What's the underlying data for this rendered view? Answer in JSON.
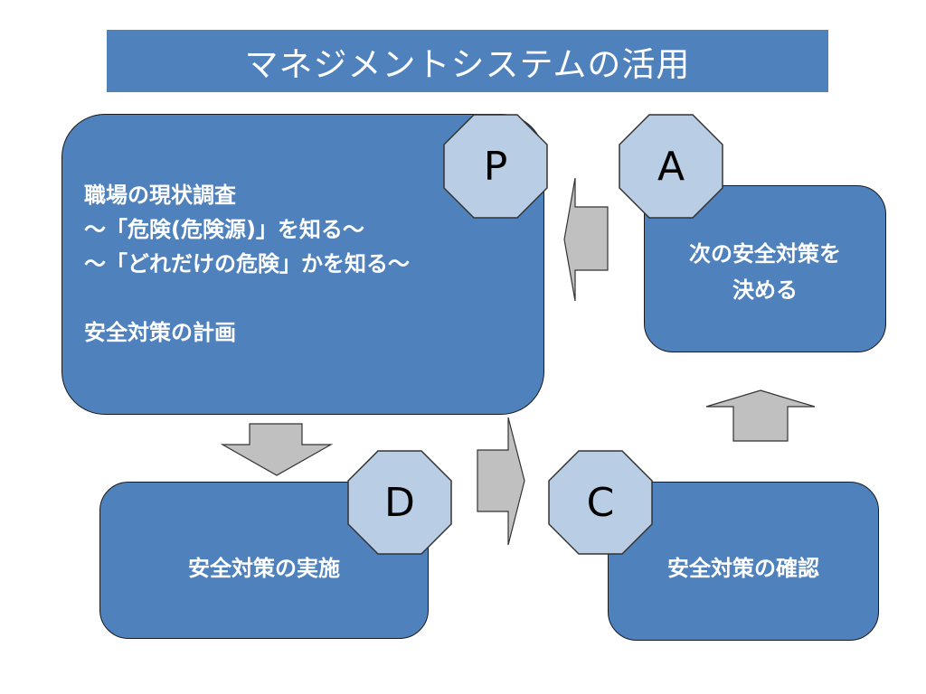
{
  "title": "マネジメントシステムの活用",
  "colors": {
    "box_fill": "#4f81bd",
    "badge_fill": "#b9cde5",
    "arrow_fill": "#c0c0c0"
  },
  "plan": {
    "badge": "P",
    "lines": [
      "職場の現状調査",
      "～「危険(危険源)」を知る～",
      "～「どれだけの危険」かを知る～",
      "",
      "安全対策の計画"
    ]
  },
  "act": {
    "badge": "A",
    "line1": "次の安全対策を",
    "line2": "決める"
  },
  "do": {
    "badge": "D",
    "text": "安全対策の実施"
  },
  "check": {
    "badge": "C",
    "text": "安全対策の確認"
  }
}
